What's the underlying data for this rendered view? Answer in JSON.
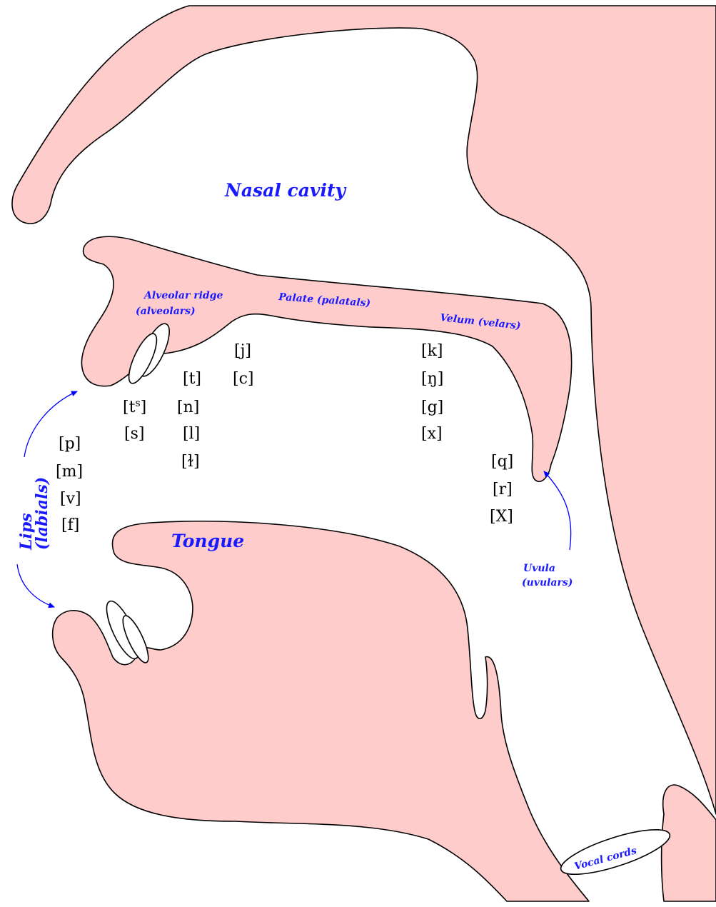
{
  "labels": {
    "nasal_cavity": "Nasal cavity",
    "alveolar_ridge": "Alveolar ridge",
    "alveolars": "(alveolars)",
    "palate": "Palate (palatals)",
    "velum": "Velum (velars)",
    "tongue": "Tongue",
    "lips": "Lips",
    "labials": "(labials)",
    "uvula": "Uvula",
    "uvulars": "(uvulars)",
    "vocal_cords": "Vocal cords"
  },
  "phones": {
    "labial": [
      "[p]",
      "[m]",
      "[v]",
      "[f]"
    ],
    "dental": {
      "ts_base": "[t",
      "ts_sup": "s",
      "ts_close": "]",
      "s": "[s]"
    },
    "alveolar": [
      "[t]",
      "[n]",
      "[l]",
      "[ɫ]"
    ],
    "palatal": [
      "[j]",
      "[c]"
    ],
    "velar": [
      "[k]",
      "[ŋ]",
      "[g]",
      "[x]"
    ],
    "uvular": [
      "[q]",
      "[r]",
      "[X]"
    ]
  },
  "colors": {
    "tissue": "#ffcccc",
    "outline": "#000000",
    "label": "#1a1aff",
    "arrow": "#0000ff"
  }
}
